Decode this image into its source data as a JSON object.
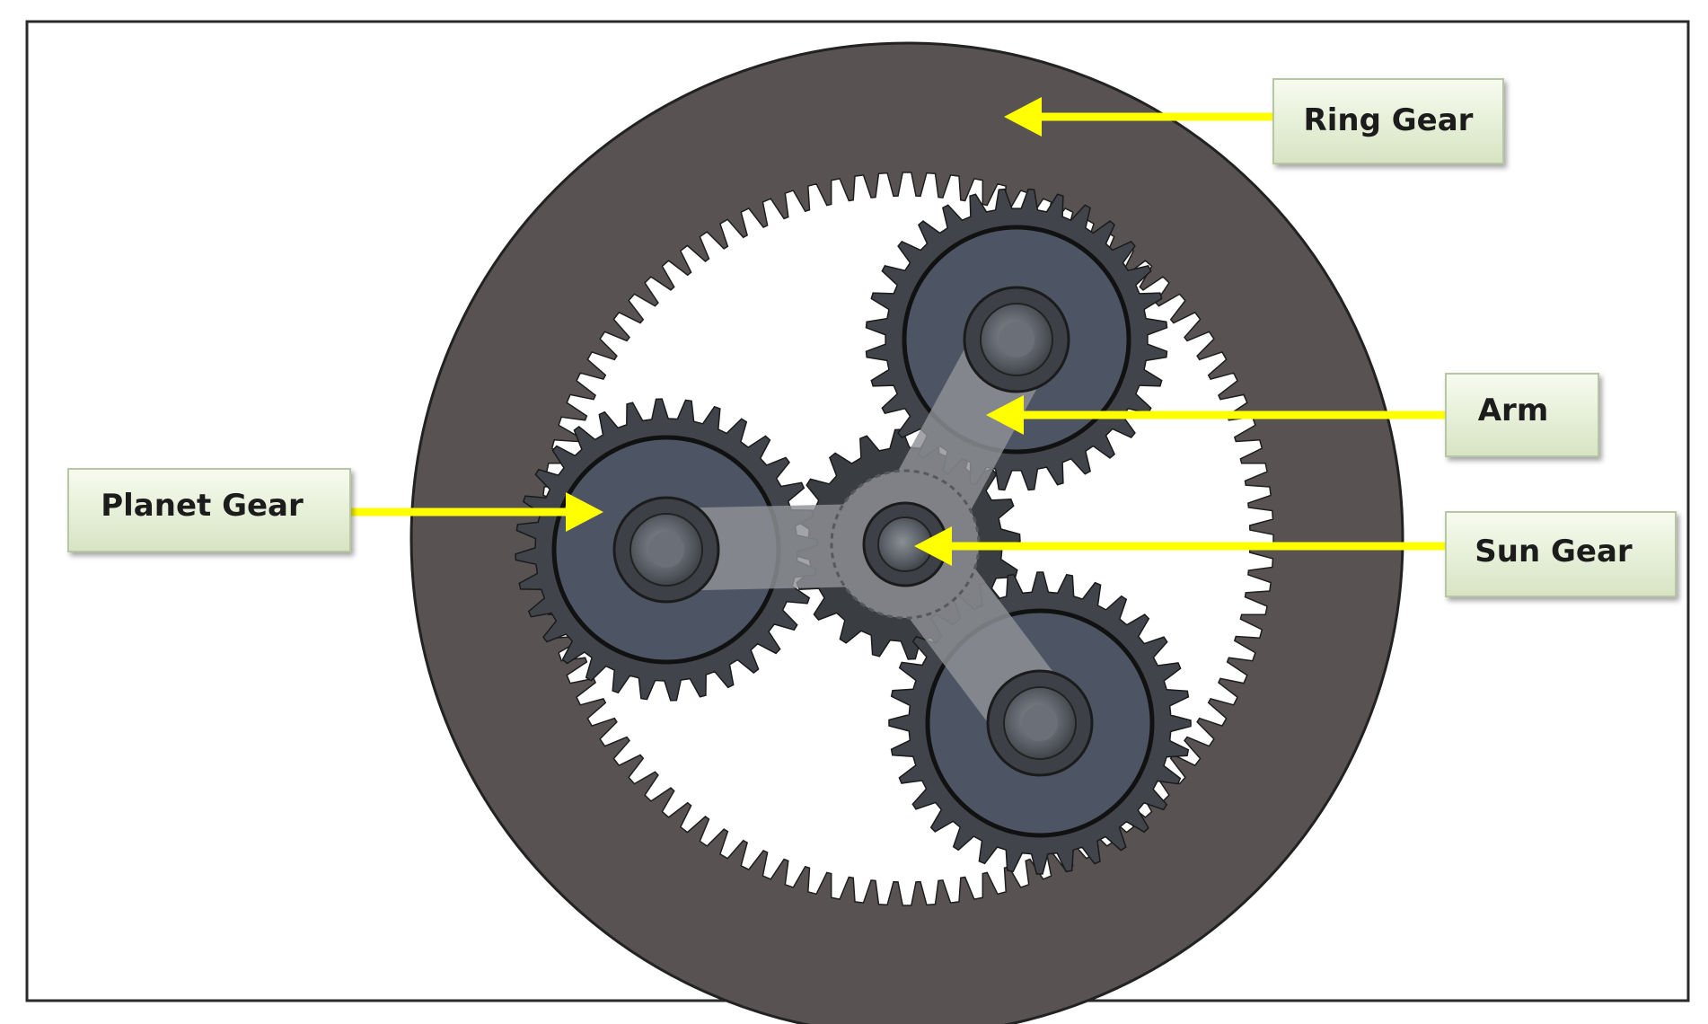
{
  "diagram": {
    "labels": {
      "ring_gear": "Ring Gear",
      "arm": "Arm",
      "sun_gear": "Sun Gear",
      "planet_gear": "Planet Gear"
    },
    "colors": {
      "frame": "#2a2a2a",
      "ring_body": "#585352",
      "ring_inner": "#ffffff",
      "gear_tooth": "#3e4247",
      "planet_disc": "#4d5564",
      "arm": "#909296",
      "arrow": "#ffff00",
      "label_bg_top": "#f7fbef",
      "label_bg_bottom": "#d9e6c5",
      "label_border": "#b7c6a3"
    },
    "gear_teeth": {
      "ring": 96,
      "planet": 32,
      "sun": 20
    }
  }
}
